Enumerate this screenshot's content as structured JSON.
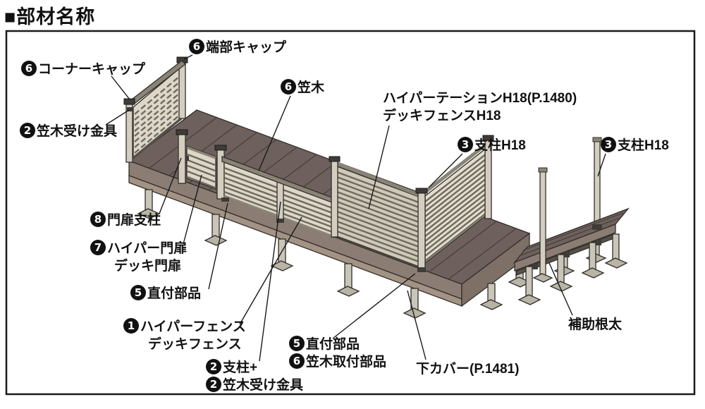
{
  "title": "■部材名称",
  "colors": {
    "deck_top": "#6e615d",
    "deck_fascia": "#8b7d73",
    "deck_lower_cover": "#a39385",
    "deck_right_face": "#7e7066",
    "fence_slat": "#dcd7c8",
    "fence_post": "#d3cec0",
    "rail": "#8a8476",
    "cap_dark": "#3f3b38",
    "leg": "#c9c5b8",
    "outline": "#332e2a"
  },
  "labels": {
    "tanbu_cap": {
      "num": "6",
      "text": "端部キャップ"
    },
    "corner_cap": {
      "num": "6",
      "text": "コーナーキャップ"
    },
    "kasagi_bracket": {
      "num": "2",
      "text": "笠木受け金具"
    },
    "kasagi": {
      "num": "6",
      "text": "笠木"
    },
    "partition_line1": "ハイパーテーションH18(P.1480)",
    "partition_line2": "デッキフェンスH18",
    "shichu_main": {
      "num": "3",
      "text": "支柱H18"
    },
    "shichu_sub": {
      "num": "3",
      "text": "支柱H18"
    },
    "gate_post": {
      "num": "8",
      "text": "門扉支柱"
    },
    "gate_line1": {
      "num": "7",
      "text": "ハイパー門扉"
    },
    "gate_line2": "デッキ門扉",
    "chokutsuke_a": {
      "num": "5",
      "text": "直付部品"
    },
    "fence_line1": {
      "num": "1",
      "text": "ハイパーフェンス"
    },
    "fence_line2": "デッキフェンス",
    "shichu_plus": {
      "num": "2",
      "text": "支柱+"
    },
    "kasagi_bracket2": {
      "num": "2",
      "text": "笠木受け金具"
    },
    "chokutsuke_b": {
      "num": "5",
      "text": "直付部品"
    },
    "kasagi_toritsuke": {
      "num": "6",
      "text": "笠木取付部品"
    },
    "shita_cover": "下カバー(P.1481)",
    "hojo_neda": "補助根太"
  }
}
